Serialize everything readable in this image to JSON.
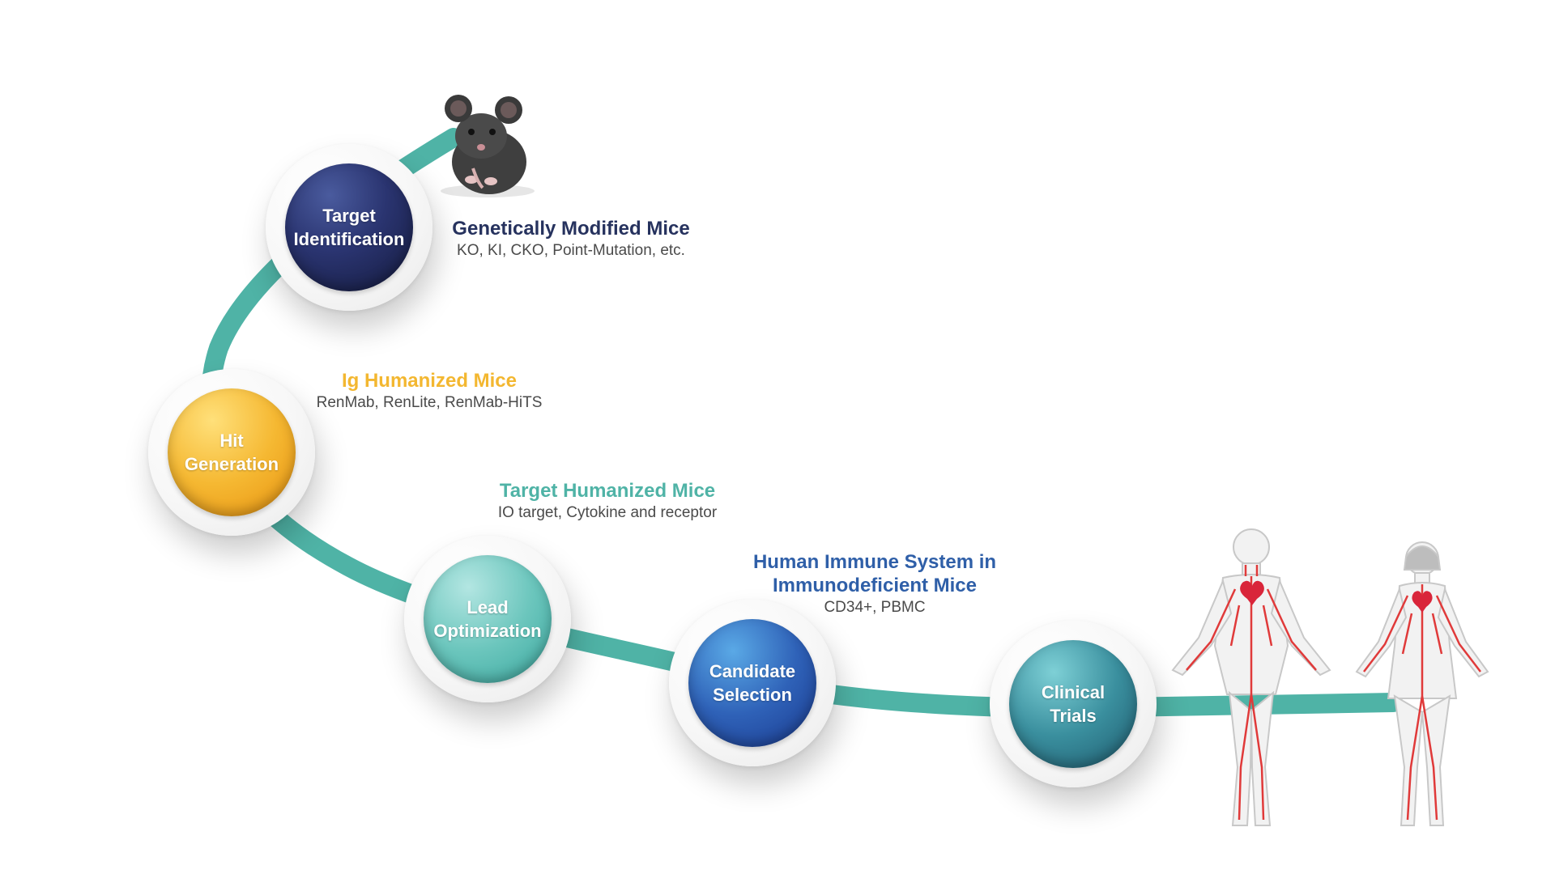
{
  "colors": {
    "path": "#4fb3a6",
    "target_identification": [
      "#4a5b9e",
      "#141a3c"
    ],
    "hit_generation": [
      "#ffe07a",
      "#e8920f"
    ],
    "lead_optimization": [
      "#b3e6e2",
      "#3aa89f"
    ],
    "candidate_selection": [
      "#5aa9e6",
      "#1a3a8f"
    ],
    "clinical_trials": [
      "#7ed0d6",
      "#1f5a6e"
    ],
    "title_navy": "#26325e",
    "title_yellow": "#f3b730",
    "title_teal": "#4fb3a6",
    "title_blue": "#2f5fa8"
  },
  "nodes": [
    {
      "id": "target-identification",
      "label": "Target\nIdentification"
    },
    {
      "id": "hit-generation",
      "label": "Hit\nGeneration"
    },
    {
      "id": "lead-optimization",
      "label": "Lead\nOptimization"
    },
    {
      "id": "candidate-selection",
      "label": "Candidate\nSelection"
    },
    {
      "id": "clinical-trials",
      "label": "Clinical\nTrials"
    }
  ],
  "annotations": [
    {
      "title": "Genetically Modified Mice",
      "subtitle": "KO, KI, CKO, Point-Mutation, etc."
    },
    {
      "title": "Ig Humanized Mice",
      "subtitle": "RenMab, RenLite,  RenMab-HiTS"
    },
    {
      "title": "Target Humanized Mice",
      "subtitle": "IO target, Cytokine and receptor"
    },
    {
      "title": "Human Immune System in\nImmunodeficient Mice",
      "subtitle": "CD34+, PBMC"
    }
  ],
  "figures": {
    "mouse": "mouse-photo",
    "humans": "human-circulatory-system-figures"
  }
}
